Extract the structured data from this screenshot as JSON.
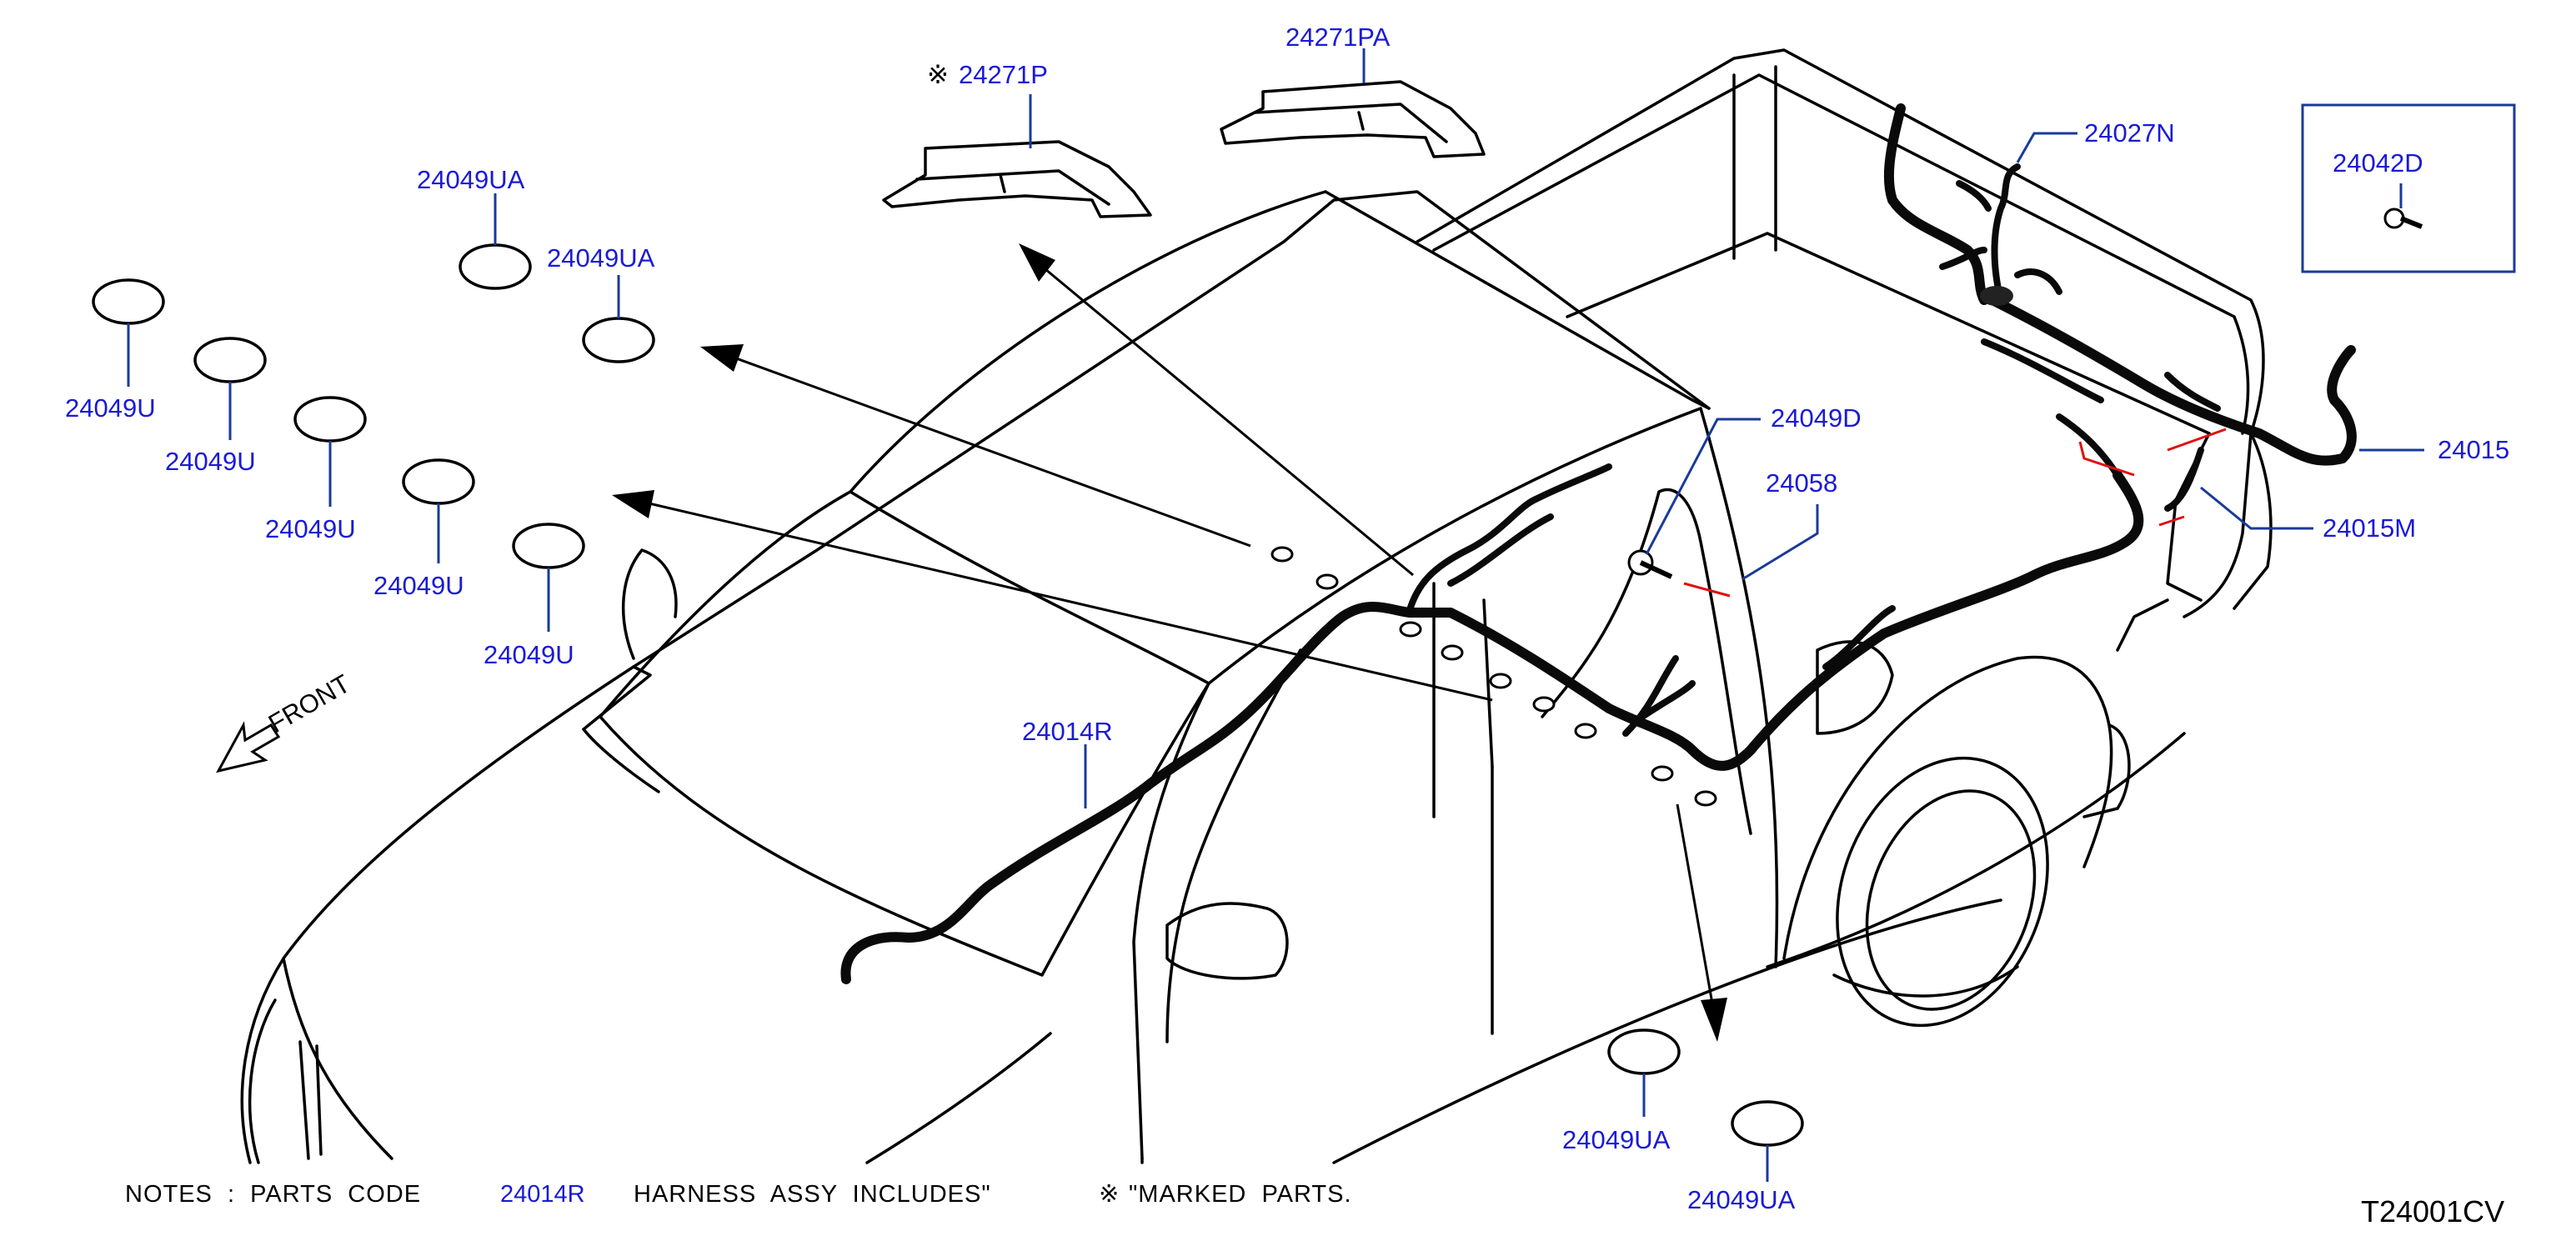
{
  "labels": {
    "p24271P": "24271P",
    "p24271P_mark": "※",
    "p24271PA": "24271PA",
    "p24049UA_a": "24049UA",
    "p24049UA_b": "24049UA",
    "p24049U_a": "24049U",
    "p24049U_b": "24049U",
    "p24049U_c": "24049U",
    "p24049U_d": "24049U",
    "p24049U_e": "24049U",
    "p24027N": "24027N",
    "p24042D": "24042D",
    "p24049D": "24049D",
    "p24058": "24058",
    "p24015": "24015",
    "p24015M": "24015M",
    "p24014R": "24014R",
    "p24049UA_c": "24049UA",
    "p24049UA_d": "24049UA",
    "front": "FRONT"
  },
  "notes": {
    "prefix": "NOTES  :  PARTS  CODE",
    "code": "24014R",
    "middle": "HARNESS  ASSY  INCLUDES\"",
    "mark": "※",
    "suffix": "\"MARKED  PARTS."
  },
  "diagram_code": "T24001CV",
  "colors": {
    "label": "#1a1ad6",
    "leader": "#1a3a9a",
    "callout_red": "#e01010",
    "line": "#000000"
  }
}
